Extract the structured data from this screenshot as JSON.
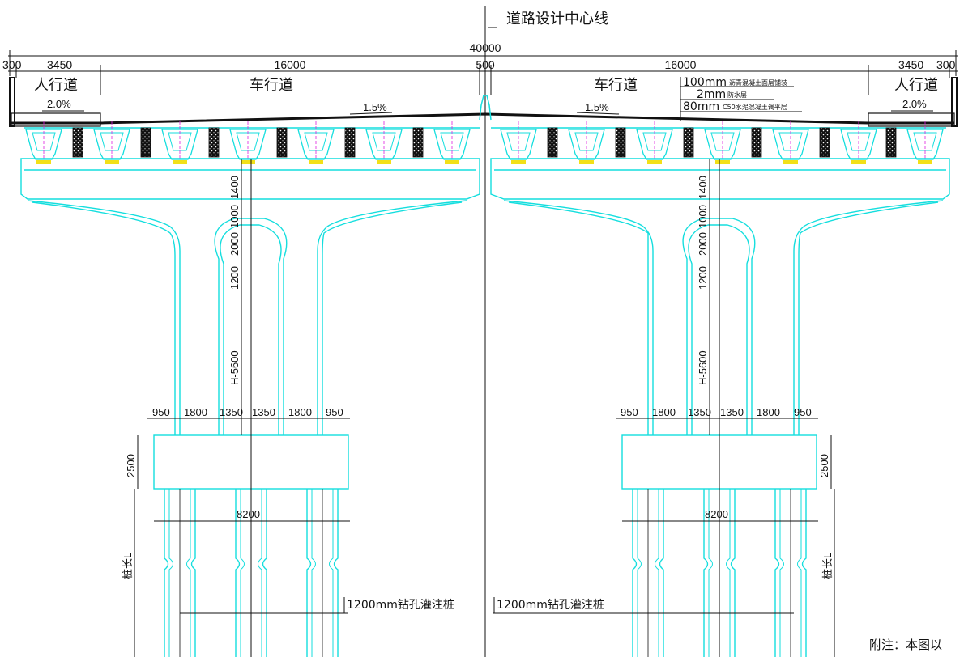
{
  "labels": {
    "centerline": "道路设计中心线",
    "sidewalk": "人行道",
    "roadway": "车行道",
    "pile_left": "1200mm钻孔灌注桩",
    "pile_right": "1200mm钻孔灌注桩",
    "pile_length": "桩长L",
    "note": "附注：本图以"
  },
  "dimensions": {
    "total_width": "40000",
    "left_rail": "300",
    "sidewalk_width": "3450",
    "roadway_width": "16000",
    "median": "500",
    "right_rail": "300",
    "pier_height": "H-5600",
    "cap_height": "2500",
    "cap_width": "8200",
    "pier_vert": [
      "1400",
      "1000",
      "2000",
      "1200"
    ],
    "pier_horiz": [
      "950",
      "1800",
      "1350",
      "1350",
      "1800",
      "950"
    ]
  },
  "slopes": {
    "sidewalk": "2.0%",
    "roadway": "1.5%"
  },
  "pavement_layers": [
    {
      "thickness": "100mm",
      "desc": "沥青混凝土面层铺装"
    },
    {
      "thickness": "2mm",
      "desc": "防水层"
    },
    {
      "thickness": "80mm",
      "desc": "C50水泥混凝土调平层"
    }
  ],
  "colors": {
    "structure": "#14dede",
    "linework": "#111111",
    "axis": "#e01ee0",
    "bearing": "#f2e018"
  }
}
